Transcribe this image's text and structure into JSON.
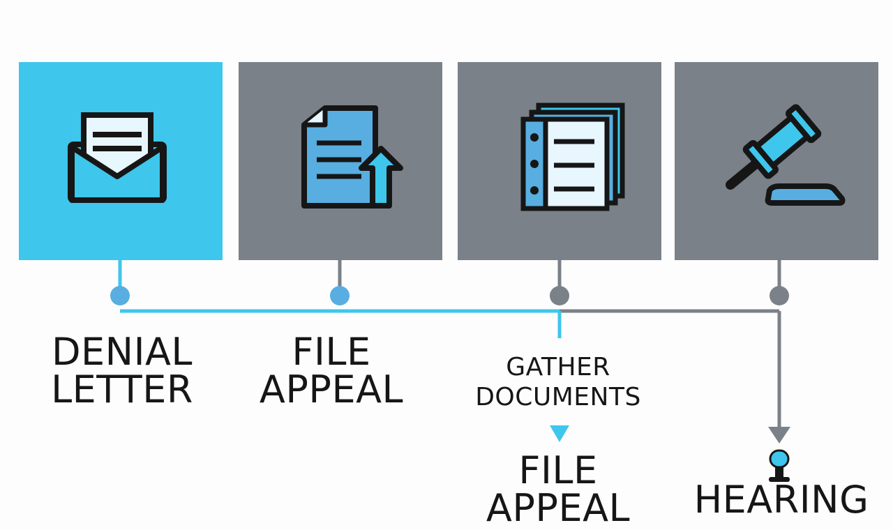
{
  "colors": {
    "active": "#3ec6ec",
    "inactive": "#7b8189",
    "icon_stroke": "#161616",
    "icon_fill": "#58aee0",
    "icon_light": "#e8f6fd",
    "line_blue": "#3ec6ec",
    "line_gray": "#7b8189"
  },
  "steps": [
    {
      "icon": "envelope-icon",
      "state": "active"
    },
    {
      "icon": "document-upload-icon",
      "state": "inactive"
    },
    {
      "icon": "folder-stack-icon",
      "state": "inactive"
    },
    {
      "icon": "gavel-icon",
      "state": "inactive"
    }
  ],
  "labels": {
    "denial_letter": "DENIAL\nLETTER",
    "file_appeal": "FILE\nAPPEAL",
    "gather_documents": "GATHER\nDOCUMENTS",
    "file_appeal_repeat": "FILE\nAPPEAL",
    "hearing": "HEARING"
  },
  "markers": [
    {
      "icon": "triangle-down-icon",
      "color": "#3ec6ec"
    },
    {
      "icon": "microphone-icon",
      "color": "#3ec6ec"
    }
  ]
}
